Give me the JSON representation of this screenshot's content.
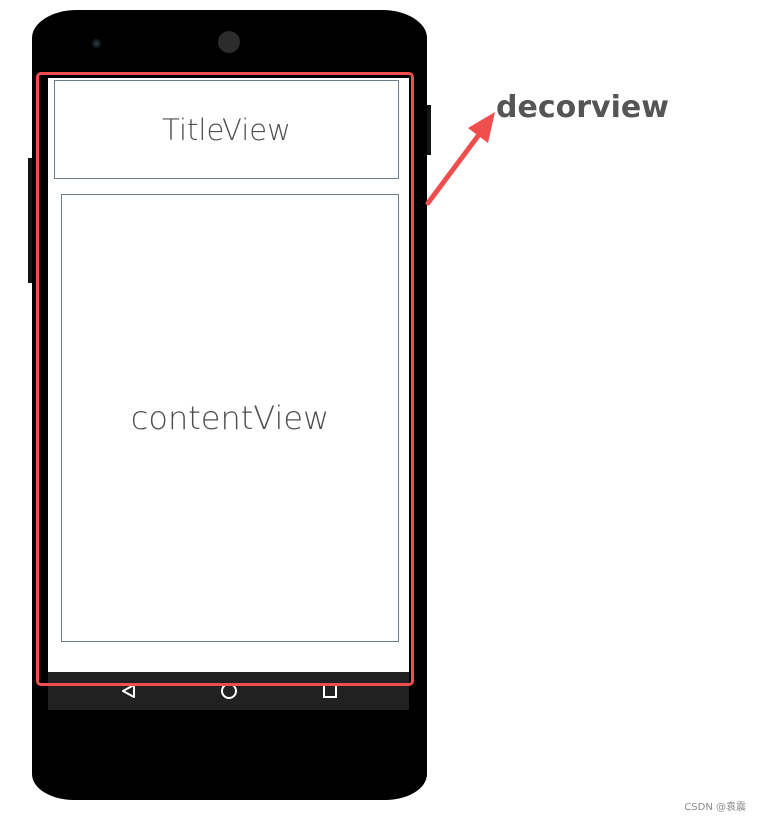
{
  "diagram": {
    "title_view_label": "TitleView",
    "content_view_label": "contentView",
    "decor_view_label": "decorview"
  },
  "phone": {
    "nav_icons": [
      "back-icon",
      "home-icon",
      "recents-icon"
    ]
  },
  "colors": {
    "highlight": "#f04d4d",
    "label_text": "#555555",
    "box_border": "#6f7b86"
  },
  "watermark": "CSDN @袁震"
}
